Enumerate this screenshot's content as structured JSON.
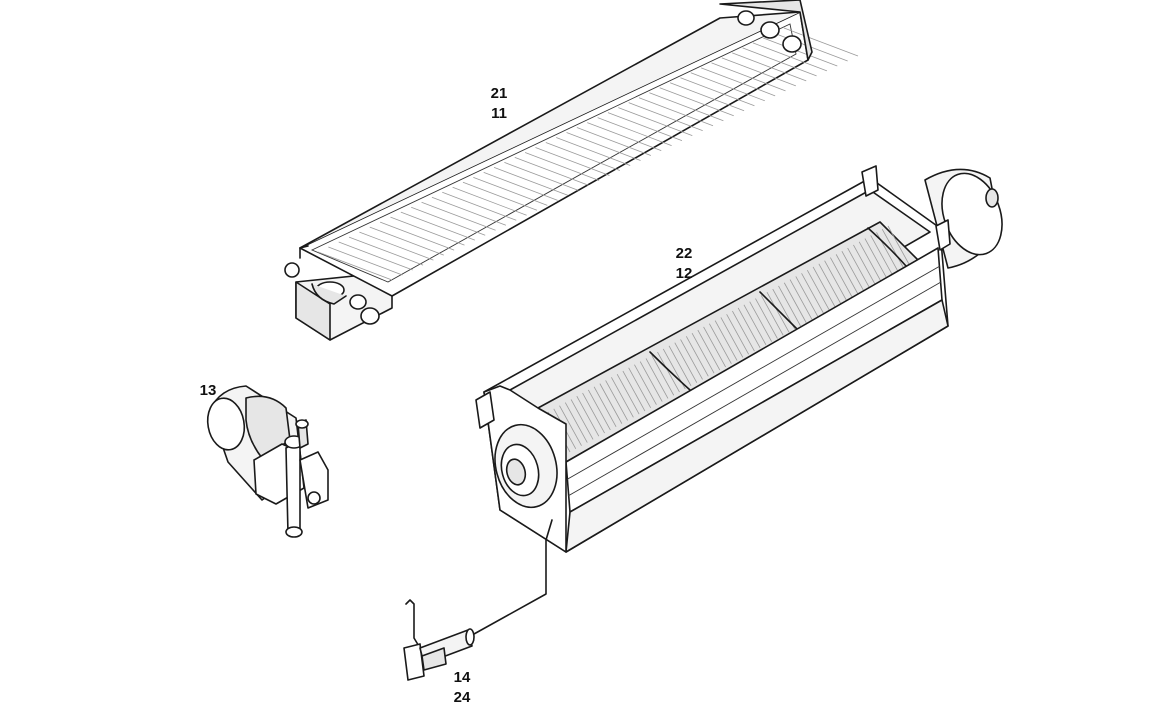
{
  "callouts": {
    "heater_core": [
      "21",
      "11"
    ],
    "blower": [
      "22",
      "12"
    ],
    "water_valve": "13",
    "sensor": [
      "14",
      "24"
    ]
  }
}
